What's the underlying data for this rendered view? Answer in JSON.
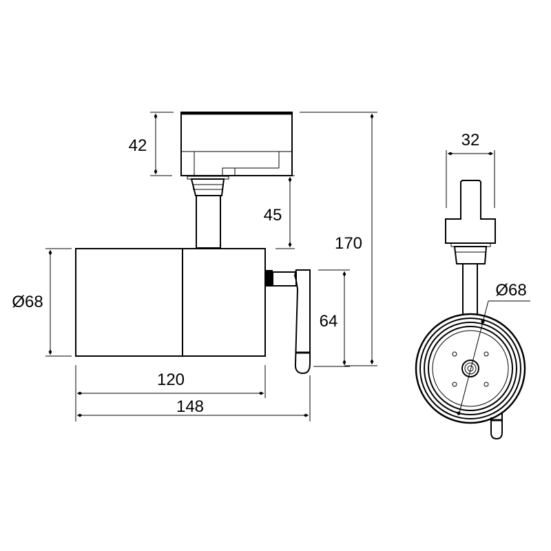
{
  "side_view": {
    "dims": {
      "adapter_height": "42",
      "stem_height": "45",
      "total_height": "170",
      "body_diameter": "Ø68",
      "handle_height": "64",
      "body_length": "120",
      "total_length": "148"
    }
  },
  "front_view": {
    "dims": {
      "adapter_width": "32",
      "body_diameter": "Ø68"
    }
  }
}
